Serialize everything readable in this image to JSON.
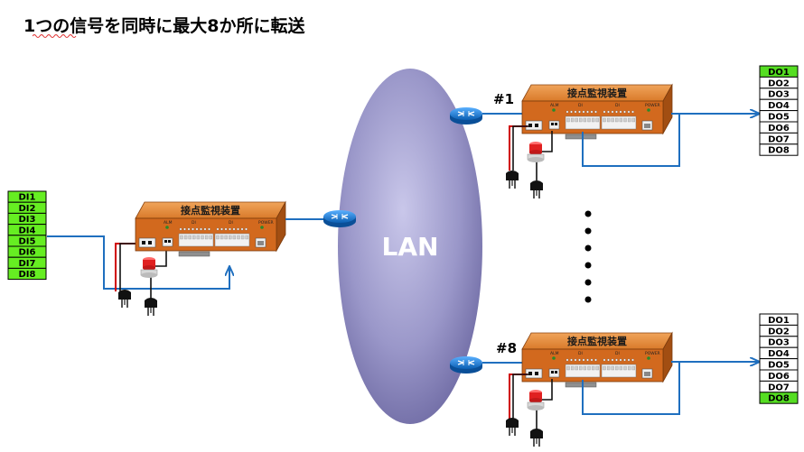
{
  "title": "1つの信号を同時に最大8か所に転送",
  "network_label": "LAN",
  "device_label": "接点監視装置",
  "panel_labels": {
    "alm": "ALM",
    "di": "DI",
    "di2": "DI",
    "power": "POWER"
  },
  "remote_labels": [
    "#1",
    "#8"
  ],
  "inputs": [
    "DI1",
    "DI2",
    "DI3",
    "DI4",
    "DI5",
    "DI6",
    "DI7",
    "DI8"
  ],
  "outputs_remote1": [
    "DO1",
    "DO2",
    "DO3",
    "DO4",
    "DO5",
    "DO6",
    "DO7",
    "DO8"
  ],
  "outputs_remote8": [
    "DO1",
    "DO2",
    "DO3",
    "DO4",
    "DO5",
    "DO6",
    "DO7",
    "DO8"
  ],
  "active_outputs_remote1": [
    "DO1"
  ],
  "active_outputs_remote8": [
    "DO8"
  ],
  "colors": {
    "device_body": "#d2691e",
    "device_top": "#e08a3c",
    "device_side": "#a24e12",
    "input_fill": "#66ee22",
    "active_output_fill": "#55dd22",
    "wire": "#1f6fbf",
    "lan_ellipse": "#8b88bf"
  }
}
